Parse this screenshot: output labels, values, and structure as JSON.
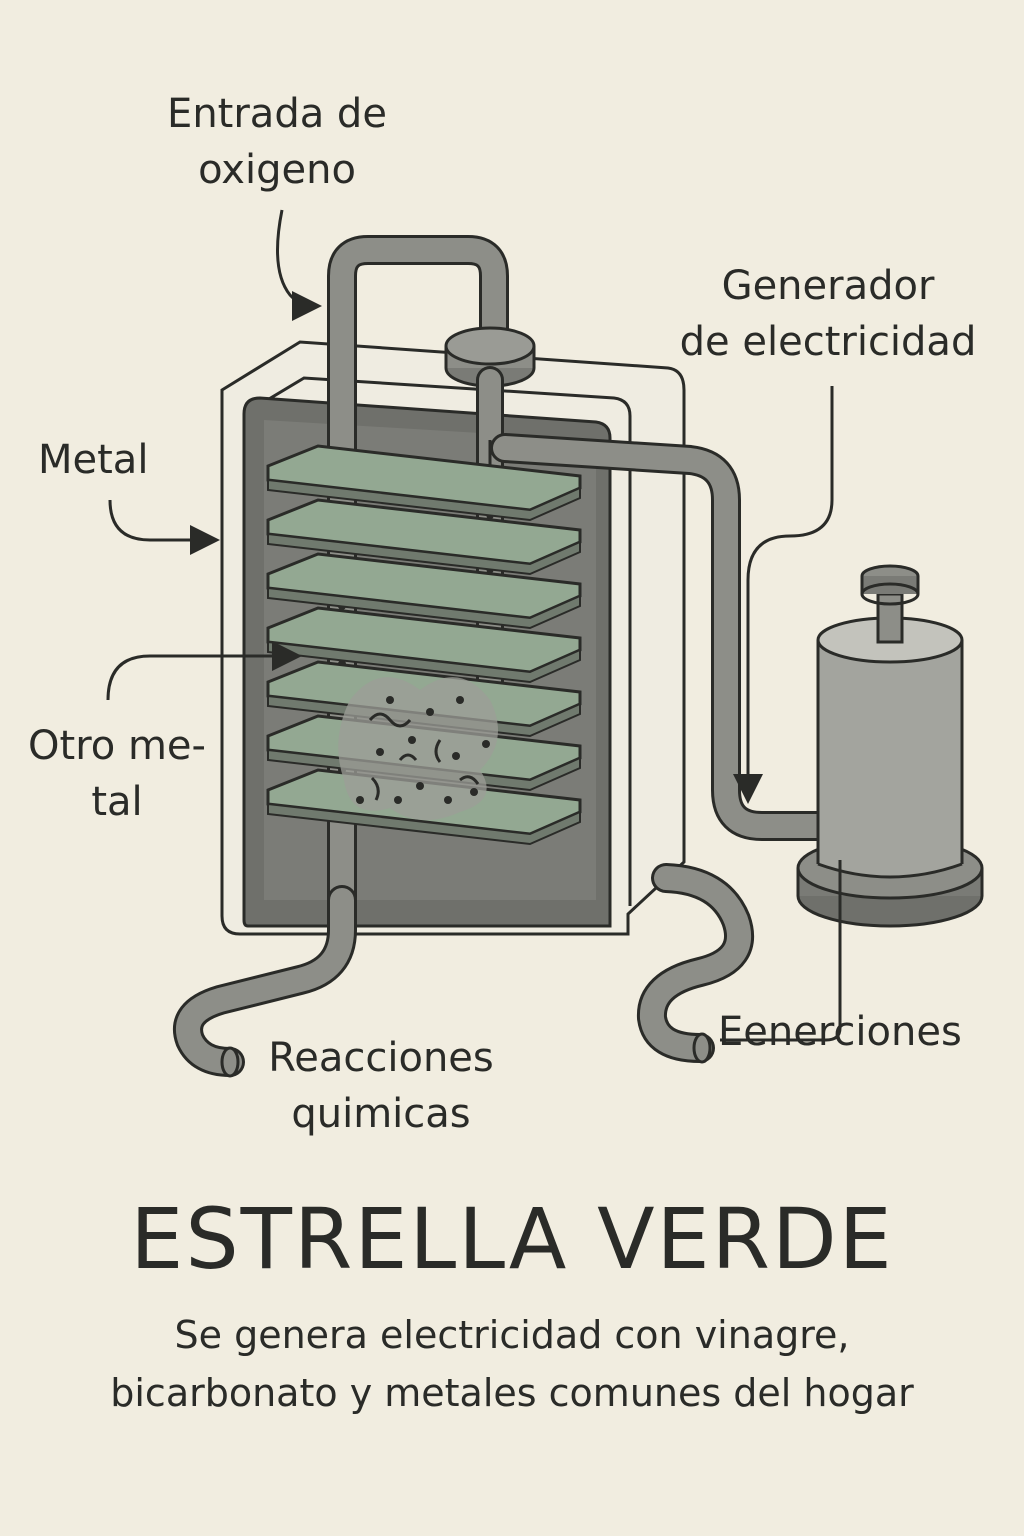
{
  "labels": {
    "oxygen_inlet": [
      "Entrada de",
      "oxigeno"
    ],
    "generator": [
      "Generador",
      "de electricidad"
    ],
    "metal": "Metal",
    "other_metal": [
      "Otro me-",
      "tal"
    ],
    "reactions": [
      "Reacciones",
      "quimicas"
    ],
    "outputs": "Eenerciones"
  },
  "title": "ESTRELLA VERDE",
  "subtitle": [
    "Se genera electricidad con vinagre,",
    "bicarbonato y metales comunes del hogar"
  ],
  "colors": {
    "background": "#f1ede0",
    "ink": "#2a2b28",
    "pipe": "#8d8e88",
    "plate": "#93a892",
    "chamber": "#6f706b"
  }
}
